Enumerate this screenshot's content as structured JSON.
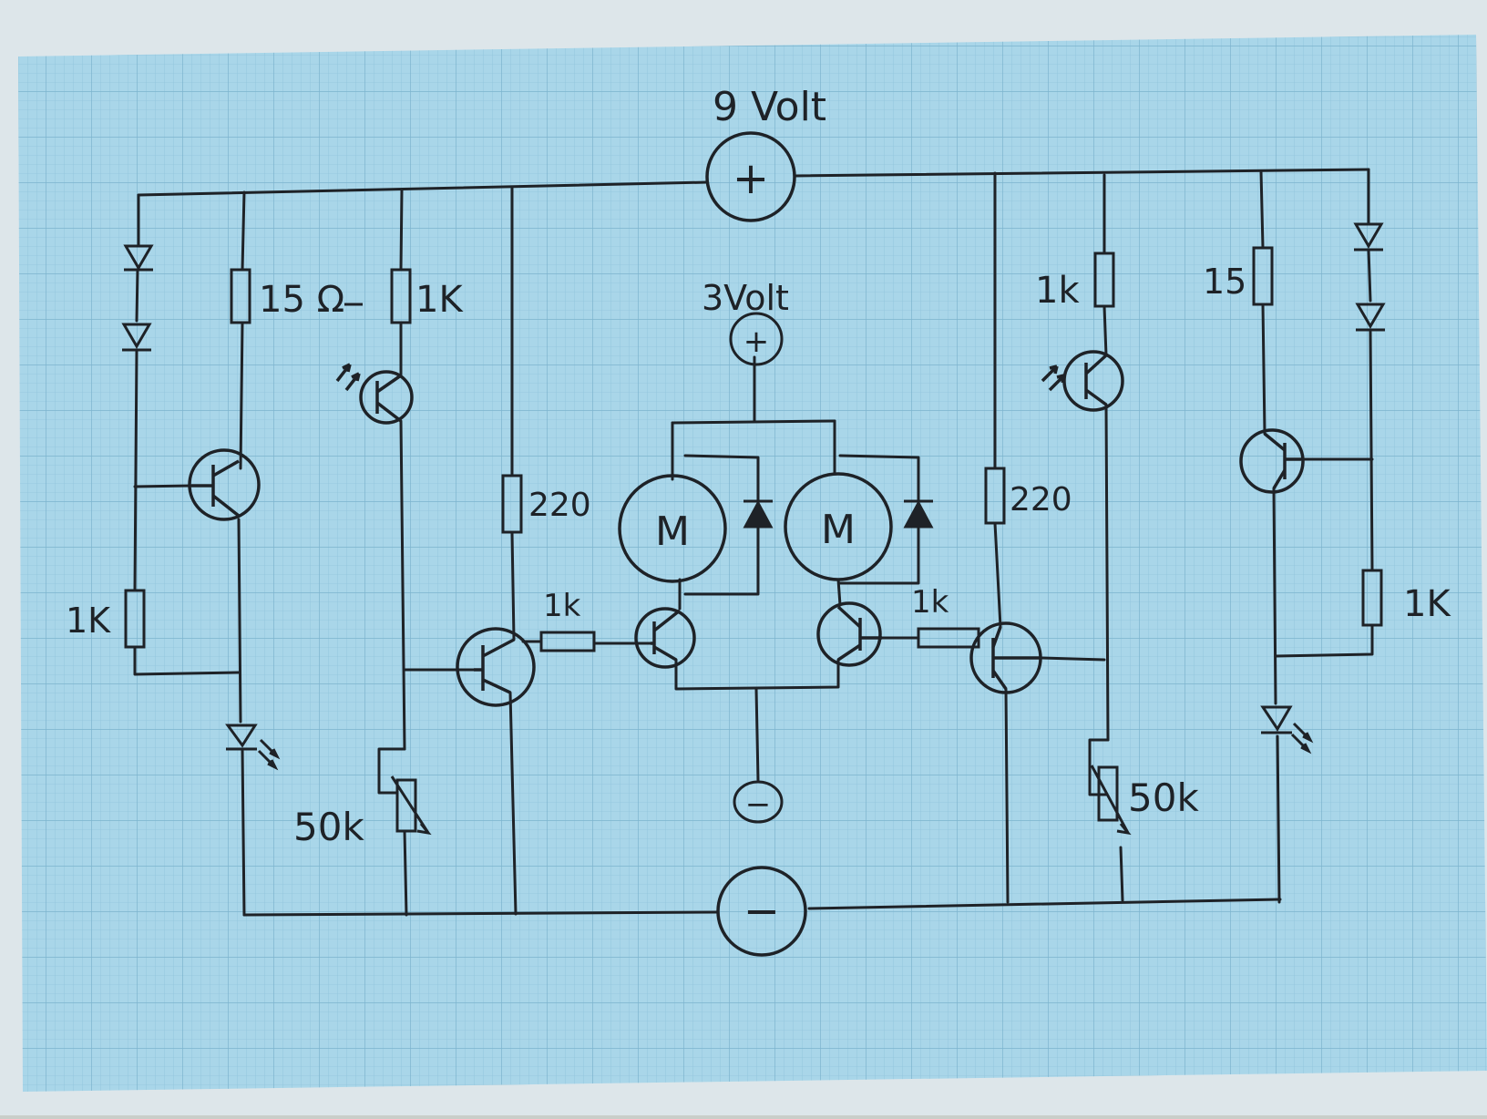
{
  "diagram": {
    "supply_main": "9 Volt",
    "supply_motor": "3Volt",
    "plus_symbol": "+",
    "minus_symbol": "−",
    "motor_symbol": "M",
    "left": {
      "r_led": "1K",
      "r_emitter": "15 Ω",
      "r_ldr": "1K",
      "r_base": "1k",
      "r_bias": "220",
      "pot": "50k"
    },
    "right": {
      "r_ldr": "1k",
      "r_emitter": "15",
      "r_led": "1K",
      "r_base": "1k",
      "r_bias": "220",
      "pot": "50k"
    }
  },
  "colors": {
    "ink": "#1e2227",
    "grid_bg": "#a9d6e9",
    "grid_line": "#8fc3da",
    "grid_major": "#7cb4ce",
    "paper": "#dde6ea"
  }
}
